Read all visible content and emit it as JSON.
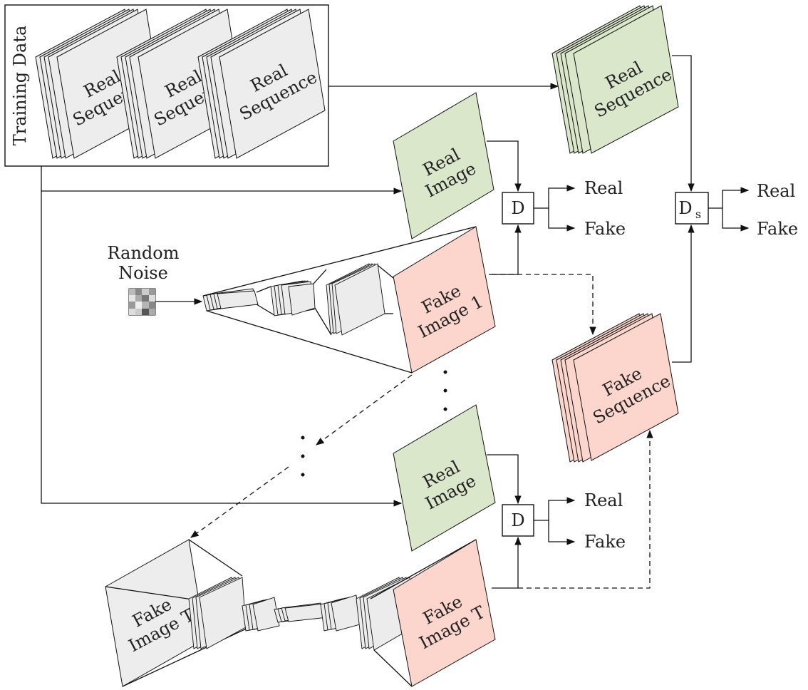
{
  "training_data": {
    "title": "Training Data",
    "sequence_label_line1": "Real",
    "sequence_label_line2": "Sequence"
  },
  "real_sequence": {
    "line1": "Real",
    "line2": "Sequence"
  },
  "real_image_1": {
    "line1": "Real",
    "line2": "Image"
  },
  "real_image_2": {
    "line1": "Real",
    "line2": "Image"
  },
  "random_noise": {
    "line1": "Random",
    "line2": "Noise"
  },
  "fake_image_1": {
    "line1": "Fake",
    "line2": "Image 1"
  },
  "fake_image_T_left": {
    "line1": "Fake",
    "line2": "Image T"
  },
  "fake_image_T_right": {
    "line1": "Fake",
    "line2": "Image T"
  },
  "fake_sequence": {
    "line1": "Fake",
    "line2": "Sequence"
  },
  "discriminator_1": {
    "label": "D"
  },
  "discriminator_2": {
    "label": "D"
  },
  "discriminator_s": {
    "label": "D",
    "subscript": "s"
  },
  "outputs": {
    "d1": {
      "real": "Real",
      "fake": "Fake"
    },
    "d2": {
      "real": "Real",
      "fake": "Fake"
    },
    "ds": {
      "real": "Real",
      "fake": "Fake"
    }
  },
  "colors": {
    "real_green": "#dbe7cb",
    "fake_red": "#fcd6cc",
    "gray": "#ededed"
  }
}
